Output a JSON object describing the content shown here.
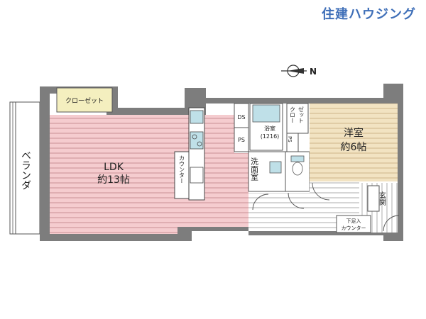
{
  "brand": {
    "logo_text": "住建ハウジング",
    "accent": "#3f6fb8"
  },
  "compass": {
    "label": "N"
  },
  "colors": {
    "ldk_floor": "#f5cccf",
    "ldk_stripe": "#c98f94",
    "room_floor": "#f2e3c2",
    "room_stripe": "#cdb58a",
    "closet": "#f4efbf",
    "bath": "#bfe0e8",
    "wall": "#7d7d7d",
    "plain": "#ffffff"
  },
  "rooms": {
    "closet": "クローゼット",
    "veranda": "ベランダ",
    "ldk_name": "LDK",
    "ldk_size": "約13帖",
    "counter_vertical": "カウンター",
    "ds": "DS",
    "ps_left": "PS",
    "bath": "浴室",
    "bath_size": "(1216)",
    "wash_room": "洗面室",
    "closet2_a": "クロー",
    "closet2_b": "ゼット",
    "ps_right": "PS",
    "western_name": "洋室",
    "western_size": "約6帖",
    "entrance": "玄関",
    "shoe_counter_a": "下足入",
    "shoe_counter_b": "カウンター"
  }
}
